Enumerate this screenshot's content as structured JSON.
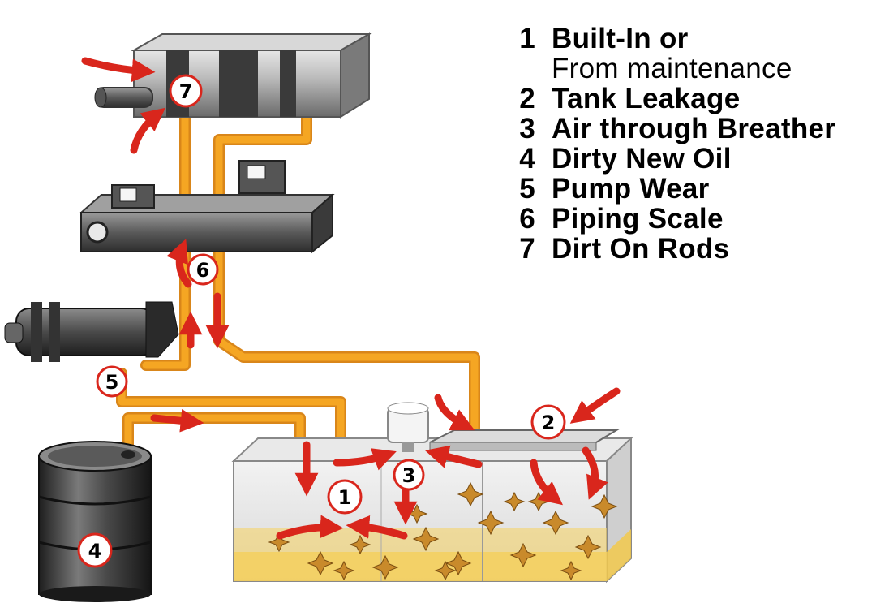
{
  "legend": {
    "items": [
      {
        "num": "1",
        "text": "Built-In or",
        "sub": "From maintenance"
      },
      {
        "num": "2",
        "text": "Tank Leakage"
      },
      {
        "num": "3",
        "text": "Air through Breather"
      },
      {
        "num": "4",
        "text": "Dirty New Oil"
      },
      {
        "num": "5",
        "text": "Pump Wear"
      },
      {
        "num": "6",
        "text": "Piping Scale"
      },
      {
        "num": "7",
        "text": "Dirt On Rods"
      }
    ]
  },
  "markers": {
    "m1": "1",
    "m2": "2",
    "m3": "3",
    "m4": "4",
    "m5": "5",
    "m6": "6",
    "m7": "7"
  },
  "colors": {
    "pipe": "#F5A623",
    "pipe_outline": "#D9861A",
    "arrow": "#D9261C",
    "marker_ring": "#D9261C",
    "tank_oil": "#F2C94C",
    "metal_dark": "#3a3a3a"
  }
}
